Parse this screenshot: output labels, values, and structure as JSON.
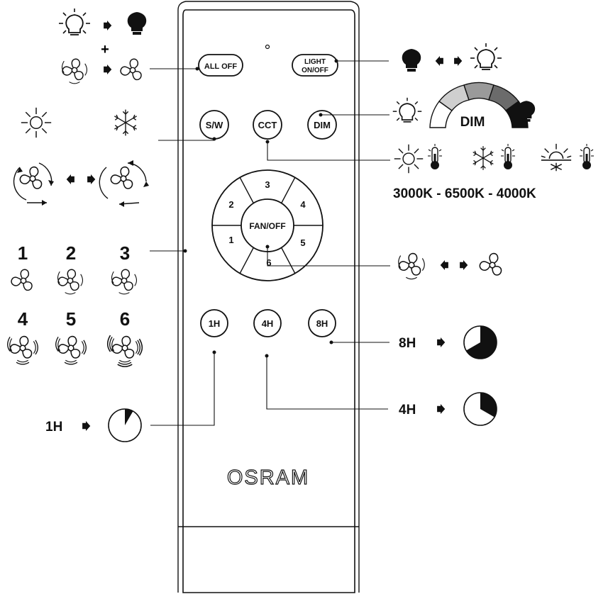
{
  "remote": {
    "brand": "OSRAM",
    "buttons": {
      "all_off": "ALL OFF",
      "light_on_off_line1": "LIGHT",
      "light_on_off_line2": "ON/OFF",
      "sw": "S/W",
      "cct": "CCT",
      "dim": "DIM",
      "fan_off": "FAN/OFF",
      "speed_1": "1",
      "speed_2": "2",
      "speed_3": "3",
      "speed_4": "4",
      "speed_5": "5",
      "speed_6": "6",
      "timer_1h": "1H",
      "timer_4h": "4H",
      "timer_8h": "8H"
    }
  },
  "annotations": {
    "all_off_plus": "+",
    "dim_label": "DIM",
    "cct_range": "3000K - 6500K - 4000K",
    "speed_labels": [
      "1",
      "2",
      "3",
      "4",
      "5",
      "6"
    ],
    "timer_1h": "1H",
    "timer_4h": "4H",
    "timer_8h": "8H"
  },
  "icons": {
    "bulb_on": "bulb-on-icon",
    "bulb_off": "bulb-off-icon",
    "fan": "fan-icon",
    "arrow_right": "arrow-right-icon",
    "arrow_left": "arrow-left-icon",
    "sun": "sun-icon",
    "snowflake": "snowflake-icon",
    "sunrise": "sunrise-icon",
    "thermometer": "thermometer-icon",
    "clock": "clock-icon",
    "dim_arc": "dim-arc-icon"
  },
  "colors": {
    "ink": "#111111",
    "dim_grey_light": "#cfcfcf",
    "dim_grey_mid": "#9a9a9a",
    "dim_grey_dark": "#6b6b6b"
  }
}
